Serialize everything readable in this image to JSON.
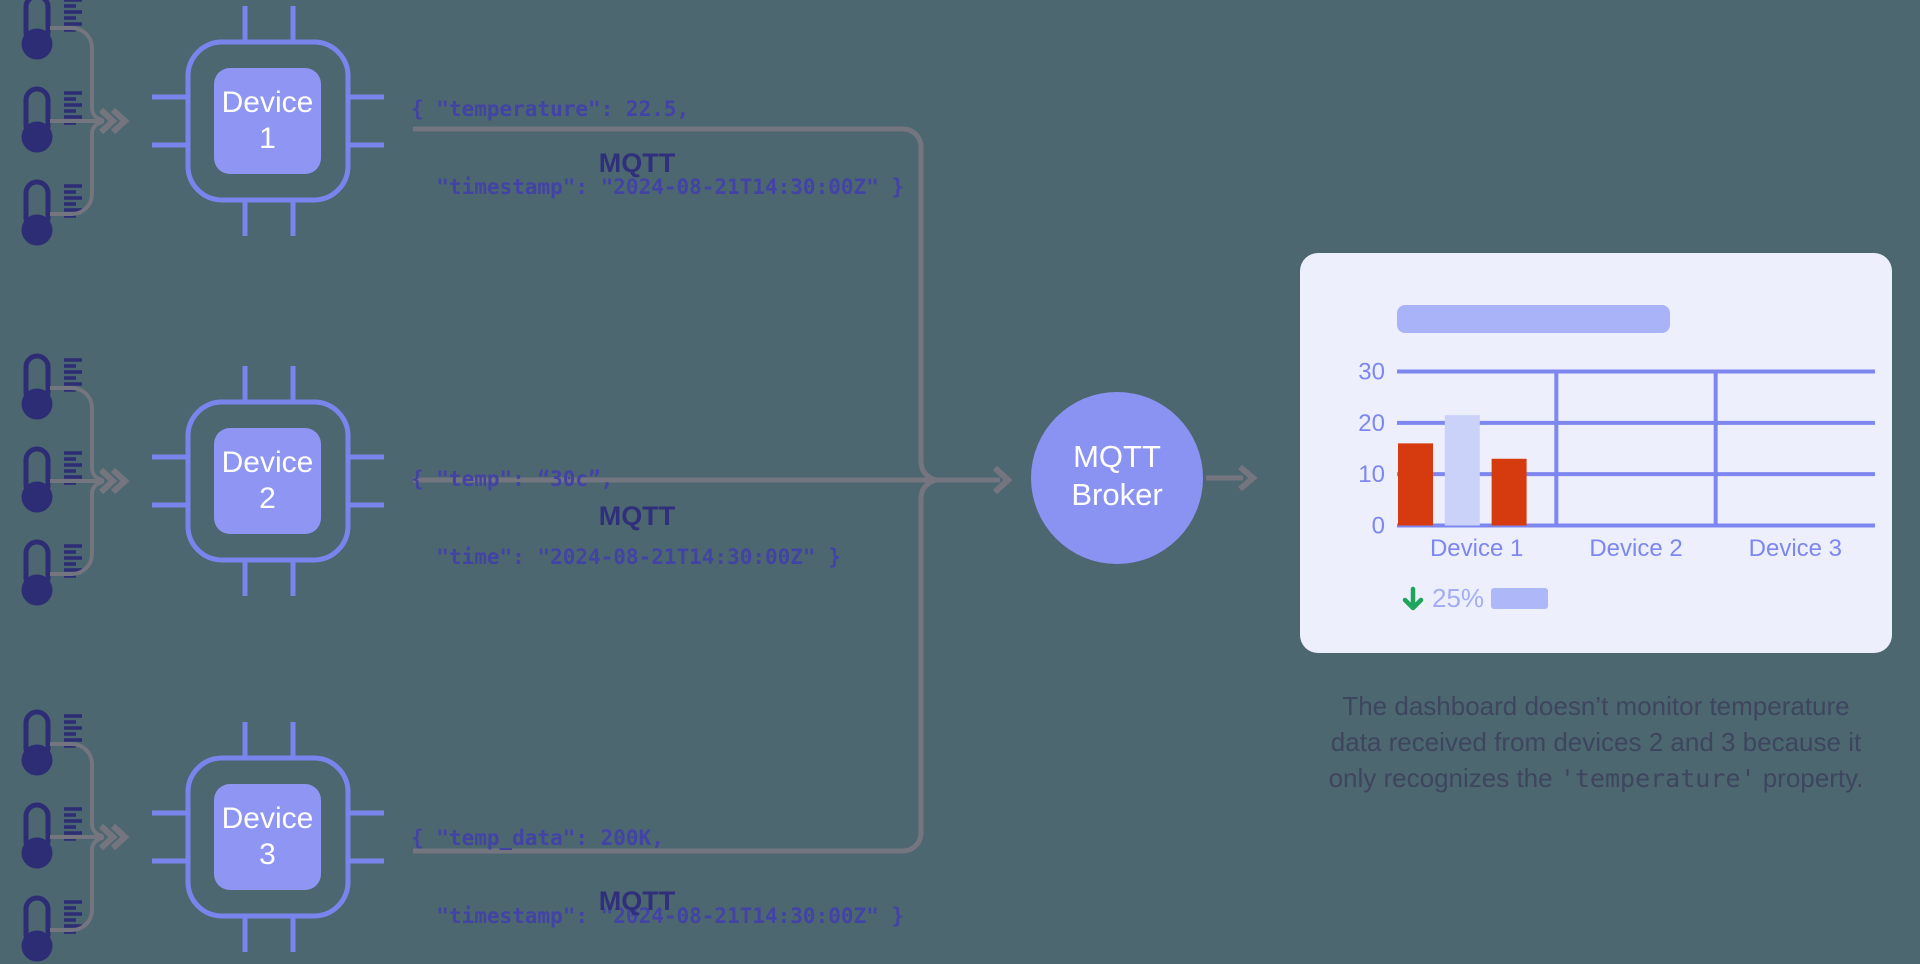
{
  "background_color": "#4c6770",
  "devices": [
    {
      "name": "Device 1",
      "label_line1": "Device",
      "label_line2": "1",
      "sensor_count": 3,
      "payload_line1": "{ \"temperature\": 22.5,",
      "payload_line2": "  \"timestamp\": \"2024-08-21T14:30:00Z\" }",
      "protocol_label": "MQTT"
    },
    {
      "name": "Device 2",
      "label_line1": "Device",
      "label_line2": "2",
      "sensor_count": 3,
      "payload_line1": "{ \"temp\": “30c”,",
      "payload_line2": "  \"time\": \"2024-08-21T14:30:00Z\" }",
      "protocol_label": "MQTT"
    },
    {
      "name": "Device 3",
      "label_line1": "Device",
      "label_line2": "3",
      "sensor_count": 3,
      "payload_line1": "{ \"temp_data\": 200K,",
      "payload_line2": "  \"timestamp\": \"2024-08-21T14:30:00Z\" }",
      "protocol_label": "MQTT"
    }
  ],
  "broker": {
    "label_line1": "MQTT",
    "label_line2": "Broker",
    "fill_color": "#8b93f2"
  },
  "dashboard": {
    "background_color": "#edeffc",
    "title_bar_color": "#a9b3f7",
    "stat": {
      "direction": "down",
      "value": "25%",
      "arrow_color": "#1fa45c",
      "text_color": "#a3adf4",
      "bar_color": "#aeb8f8"
    }
  },
  "chart_data": {
    "type": "bar",
    "title": "",
    "xlabel": "",
    "ylabel": "",
    "categories": [
      "Device 1",
      "Device 2",
      "Device 3"
    ],
    "yticks": [
      0,
      10,
      20,
      30
    ],
    "ylim": [
      0,
      30
    ],
    "grid": true,
    "legend": false,
    "axis_color": "#7d87ef",
    "series": [
      {
        "name": "temperature-bar-1",
        "color": "#d63b10",
        "values": [
          16,
          null,
          null
        ]
      },
      {
        "name": "temperature-bar-2",
        "color": "#cad2f9",
        "values": [
          21.5,
          null,
          null
        ]
      },
      {
        "name": "temperature-bar-3",
        "color": "#d63b10",
        "values": [
          13,
          null,
          null
        ]
      }
    ]
  },
  "caption": {
    "line1": "The dashboard doesn’t monitor temperature",
    "line2": "data received from devices 2 and 3 because it",
    "line3_pre": "only recognizes the ",
    "line3_code": "'temperature'",
    "line3_post": " property."
  },
  "colors": {
    "chip_outline": "#7a84ed",
    "chip_fill": "#8e95f2",
    "thermometer": "#2d2d76",
    "connector_gray": "#75757f",
    "payload_text": "#4343a6",
    "protocol_text": "#2f2f7b"
  }
}
